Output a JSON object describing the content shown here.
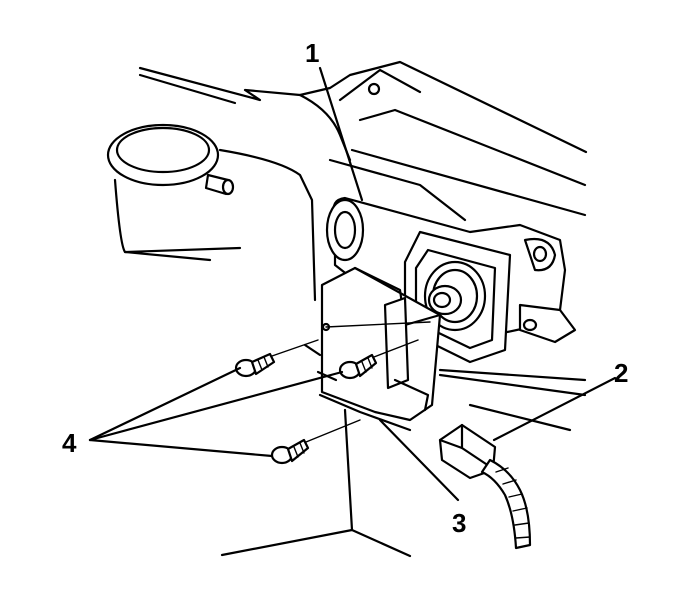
{
  "diagram": {
    "callouts": {
      "actuator": "1",
      "connector": "2",
      "bracket": "3",
      "screws": "4"
    }
  }
}
